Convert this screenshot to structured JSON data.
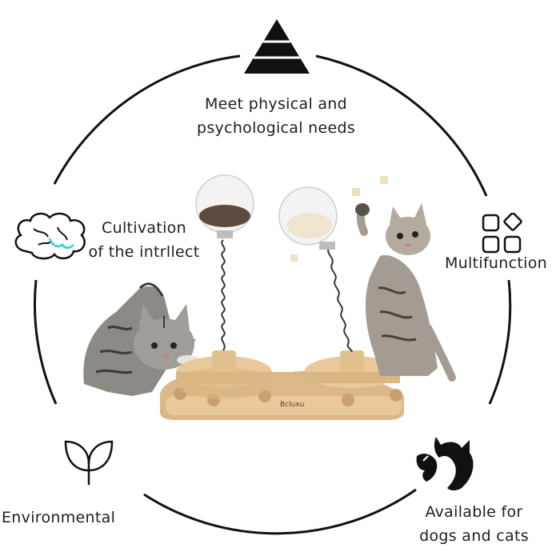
{
  "features": {
    "top": {
      "line1": "Meet physical and",
      "line2": "psychological needs",
      "icon": "pyramid-icon"
    },
    "left": {
      "line1": "Cultivation",
      "line2": "of the intrllect",
      "icon": "brain-icon"
    },
    "right": {
      "line1": "Multifunction",
      "icon": "multifunction-grid-icon"
    },
    "bottom_left": {
      "line1": "Environmental",
      "icon": "sprout-leaf-icon"
    },
    "bottom_right": {
      "line1": "Available for",
      "line2": "dogs and cats",
      "icon": "cat-dog-silhouette-icon"
    }
  },
  "product": {
    "brand": "Bcluxu",
    "description_icon": "cat-treat-toy-photo"
  },
  "colors": {
    "ring": "#111111",
    "wood": "#e9c99a",
    "wood_dark": "#c9a070",
    "accent_brain": "#3ed6d6"
  }
}
